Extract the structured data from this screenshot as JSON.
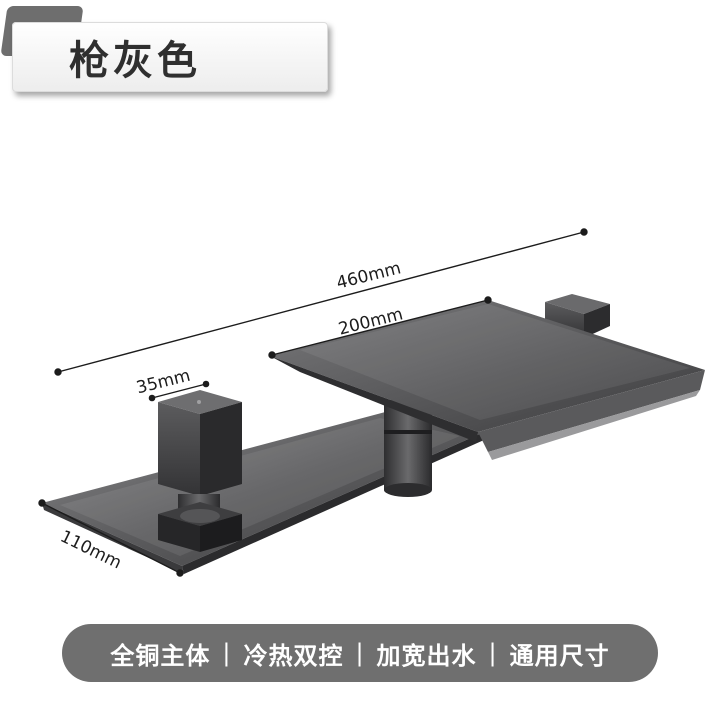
{
  "badge": {
    "title": "枪灰色"
  },
  "dimensions": {
    "total_width": "460mm",
    "spout_width": "200mm",
    "handle_width": "35mm",
    "plate_depth": "110mm"
  },
  "features": {
    "items": [
      "全铜主体",
      "冷热双控",
      "加宽出水",
      "通用尺寸"
    ],
    "separator": "|"
  },
  "colors": {
    "gunmetal": "#4a4a4c",
    "bar": "#6f6f6f"
  }
}
